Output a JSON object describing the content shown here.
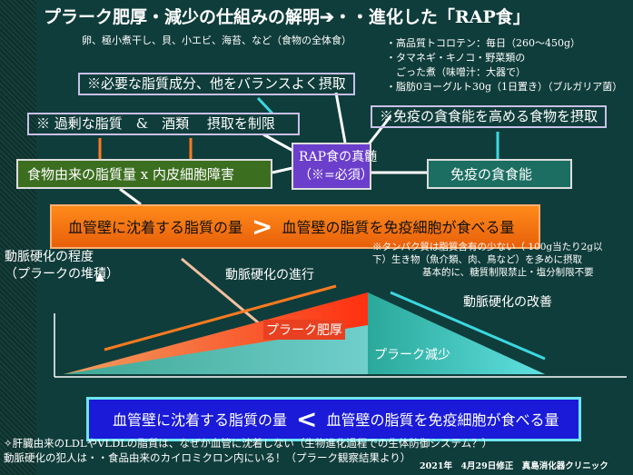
{
  "title": "プラーク肥厚・減少の仕組みの解明➔・・進化した「RAP食」",
  "food_examples": "卵、極小煮干し、貝、小エビ、海苔、など（食物の全体食）",
  "right_list": [
    "・高品質トコロテン：毎日（260〜450g）",
    "・タマネギ・キノコ・野菜類の",
    "　ごった煮（味噌汁：大器で）",
    "・脂肪0ヨーグルト30g（1日置き）（ブルガリア菌）"
  ],
  "box_balance": "※必要な脂質成分、他をバランスよく摂取",
  "box_restrict": "※ 過剰な脂質　&　酒類　 摂取を制限",
  "box_immune_food": "※免疫の貪食能を高める食物を摂取",
  "box_cause": "食物由来の脂質量 x 内皮細胞障害",
  "box_rap": [
    "RAP食の真髄",
    "（※=必須）"
  ],
  "box_immune": "免疫の貪食能",
  "banner_top": {
    "left": "血管壁に沈着する脂質の量",
    "symbol": ">",
    "right": "血管壁の脂質を免疫細胞が食べる量"
  },
  "note": [
    "※タンパク質は脂質含有の少ない（ 100g当たり2g以",
    "下）生き物（魚介類、肉、鳥など）を多めに摂取",
    "基本的に、糖質制限禁止・塩分制限不要"
  ],
  "y_label": [
    "動脈硬化の程度",
    "（プラークの堆積）"
  ],
  "progress_label": "動脈硬化の進行",
  "improve_label": "動脈硬化の改善",
  "plaque_thick": "プラーク肥厚",
  "plaque_reduce": "プラーク減少",
  "banner_bottom": {
    "left": "血管壁に沈着する脂質の量",
    "symbol": "<",
    "right": "血管壁の脂質を免疫細胞が食べる量"
  },
  "footer": [
    "✧肝臓由来のLDLやVLDLの脂質は、なぜか血管に沈着しない（生物進化過程での生体防御システム？）",
    "動脈硬化の犯人は・・食品由来のカイロミクロン内にいる！（プラーク観察結果より）"
  ],
  "credit": "2021年　4月29日修正　真島消化器クリニック"
}
